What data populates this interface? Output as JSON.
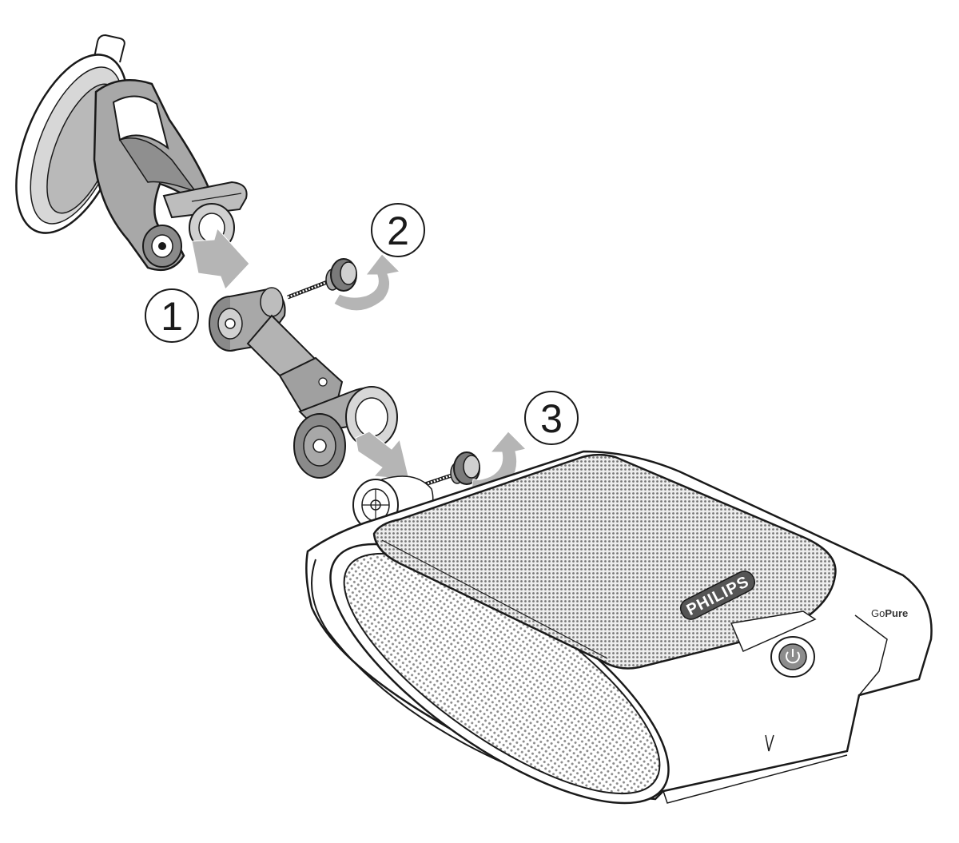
{
  "steps": [
    {
      "number": "1",
      "description": ""
    },
    {
      "number": "2",
      "description": ""
    },
    {
      "number": "3",
      "description": ""
    }
  ],
  "product": {
    "brand": "PHILIPS",
    "model_prefix": "Go",
    "model_suffix": "Pure"
  },
  "colors": {
    "line": "#1a1a1a",
    "part_fill": "#a8a8a8",
    "part_dark": "#7a7a7a",
    "arrow_fill": "#b5b5b5",
    "grille": "#9a9a9a",
    "badge": "#555555"
  },
  "icons": [
    "power-icon"
  ]
}
